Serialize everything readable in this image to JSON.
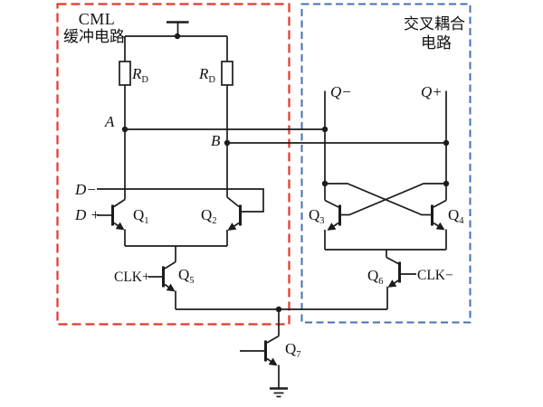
{
  "diagram": {
    "type": "circuit-schematic",
    "blocks": {
      "cml": {
        "title_line1": "CML",
        "title_line2": "缓冲电路",
        "border_color": "#e5372b"
      },
      "cross_coupled": {
        "title_line1": "交叉耦合",
        "title_line2": "电路",
        "border_color": "#4470b2"
      }
    },
    "power": {
      "supply_symbol": "vcc-t-bar",
      "ground_symbol": "earth-ground"
    },
    "resistors": {
      "left": {
        "symbol": "R",
        "subscript": "D"
      },
      "right": {
        "symbol": "R",
        "subscript": "D"
      }
    },
    "transistors": {
      "q1": {
        "symbol": "Q",
        "subscript": "1"
      },
      "q2": {
        "symbol": "Q",
        "subscript": "2"
      },
      "q3": {
        "symbol": "Q",
        "subscript": "3"
      },
      "q4": {
        "symbol": "Q",
        "subscript": "4"
      },
      "q5": {
        "symbol": "Q",
        "subscript": "5"
      },
      "q6": {
        "symbol": "Q",
        "subscript": "6"
      },
      "q7": {
        "symbol": "Q",
        "subscript": "7"
      }
    },
    "nodes": {
      "a": "A",
      "b": "B"
    },
    "terminals": {
      "d_plus": "D +",
      "d_minus": "D−",
      "clk_plus": "CLK+",
      "clk_minus": "CLK−",
      "q_minus": "Q−",
      "q_plus": "Q+"
    },
    "colors": {
      "wire": "#1c1c1c"
    }
  }
}
